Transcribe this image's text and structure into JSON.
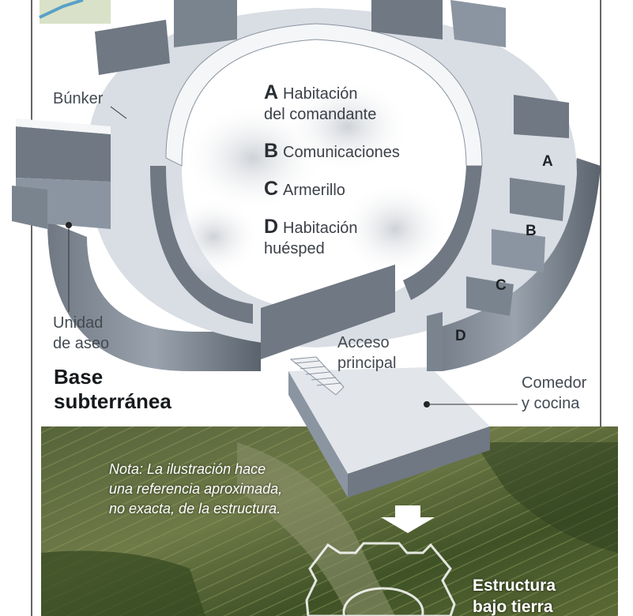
{
  "labels": {
    "bunker": "Búnker",
    "unidad_aseo": [
      "Unidad",
      "de aseo"
    ],
    "acceso": [
      "Acceso",
      "principal"
    ],
    "comedor": [
      "Comedor",
      "y cocina"
    ]
  },
  "key": [
    {
      "letter": "A",
      "lines": [
        "Habitación",
        "del comandante"
      ]
    },
    {
      "letter": "B",
      "lines": [
        "Comunicaciones"
      ]
    },
    {
      "letter": "C",
      "lines": [
        "Armerillo"
      ]
    },
    {
      "letter": "D",
      "lines": [
        "Habitación",
        "huésped"
      ]
    }
  ],
  "room_letters": [
    "A",
    "B",
    "C",
    "D"
  ],
  "title": [
    "Base",
    "subterránea"
  ],
  "note": [
    "Nota: La ilustración hace",
    "una referencia aproximada,",
    "no exacta, de la estructura."
  ],
  "photo_caption": [
    "Estructura",
    "bajo tierra"
  ],
  "colors": {
    "wall_dark": "#5d6772",
    "wall_mid": "#8b95a1",
    "floor": "#d9dde4",
    "wall_top": "#f4f6f8",
    "vegetation": "#4a5e2e"
  }
}
